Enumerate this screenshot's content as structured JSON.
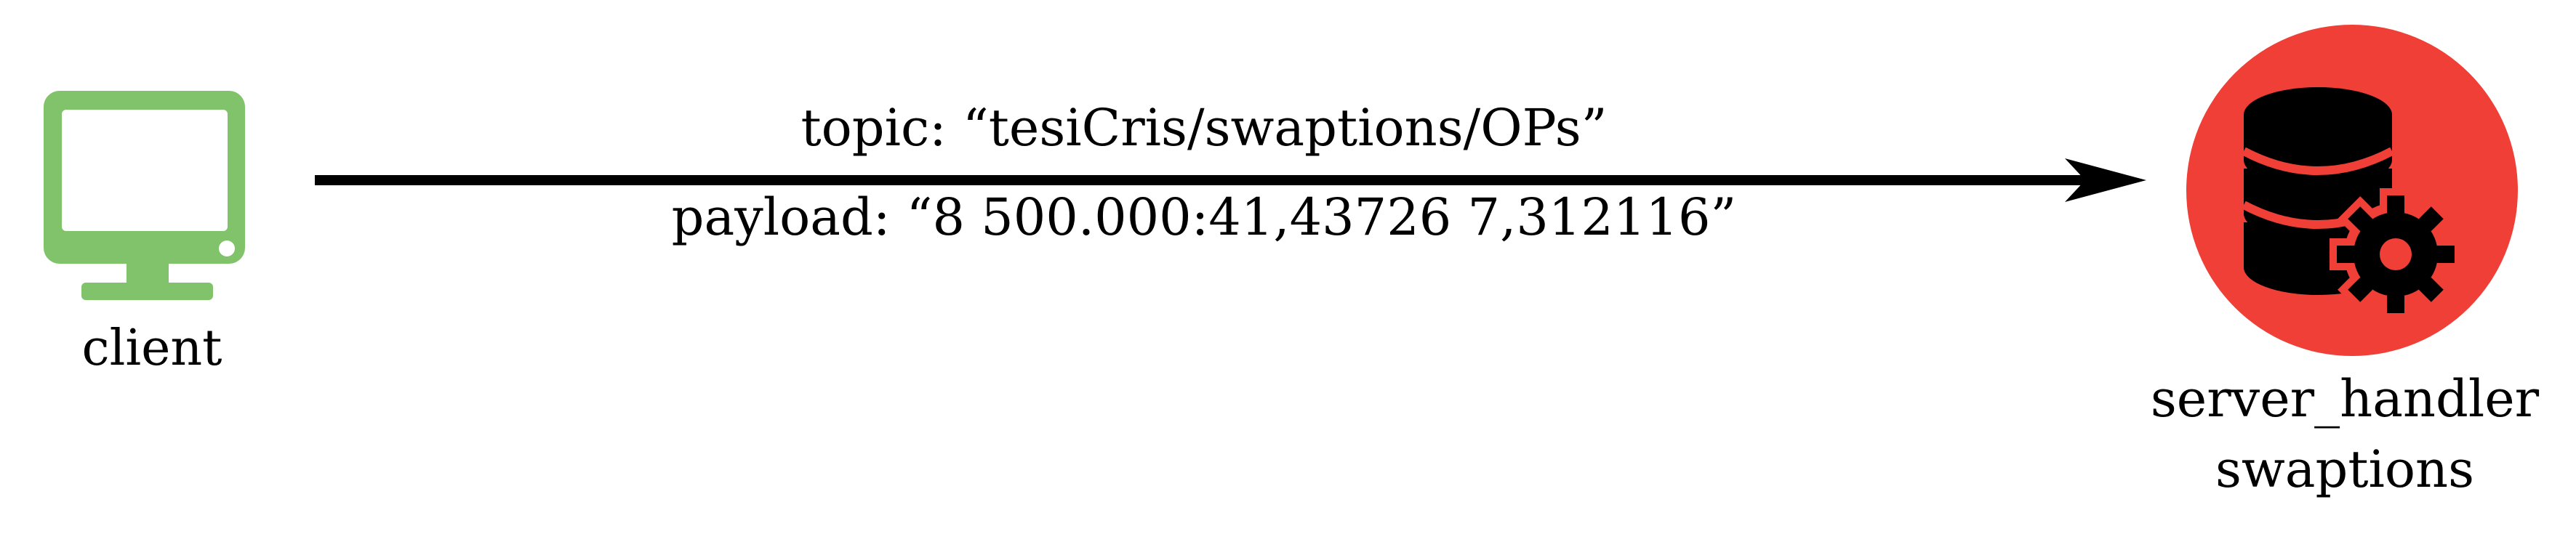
{
  "diagram": {
    "client": {
      "label": "client",
      "icon": "monitor-icon"
    },
    "server": {
      "label_line1": "server_handler",
      "label_line2": "swaptions",
      "icon": "database-gear-icon"
    },
    "message": {
      "topic": "topic: “tesiCris/swaptions/OPs”",
      "payload": "payload: “8 500.000:41,43726 7,312116”"
    }
  },
  "colors": {
    "monitor": "#80c36a",
    "server_circle": "#f03f36",
    "arrow": "#000000",
    "icon_dark": "#000000"
  }
}
